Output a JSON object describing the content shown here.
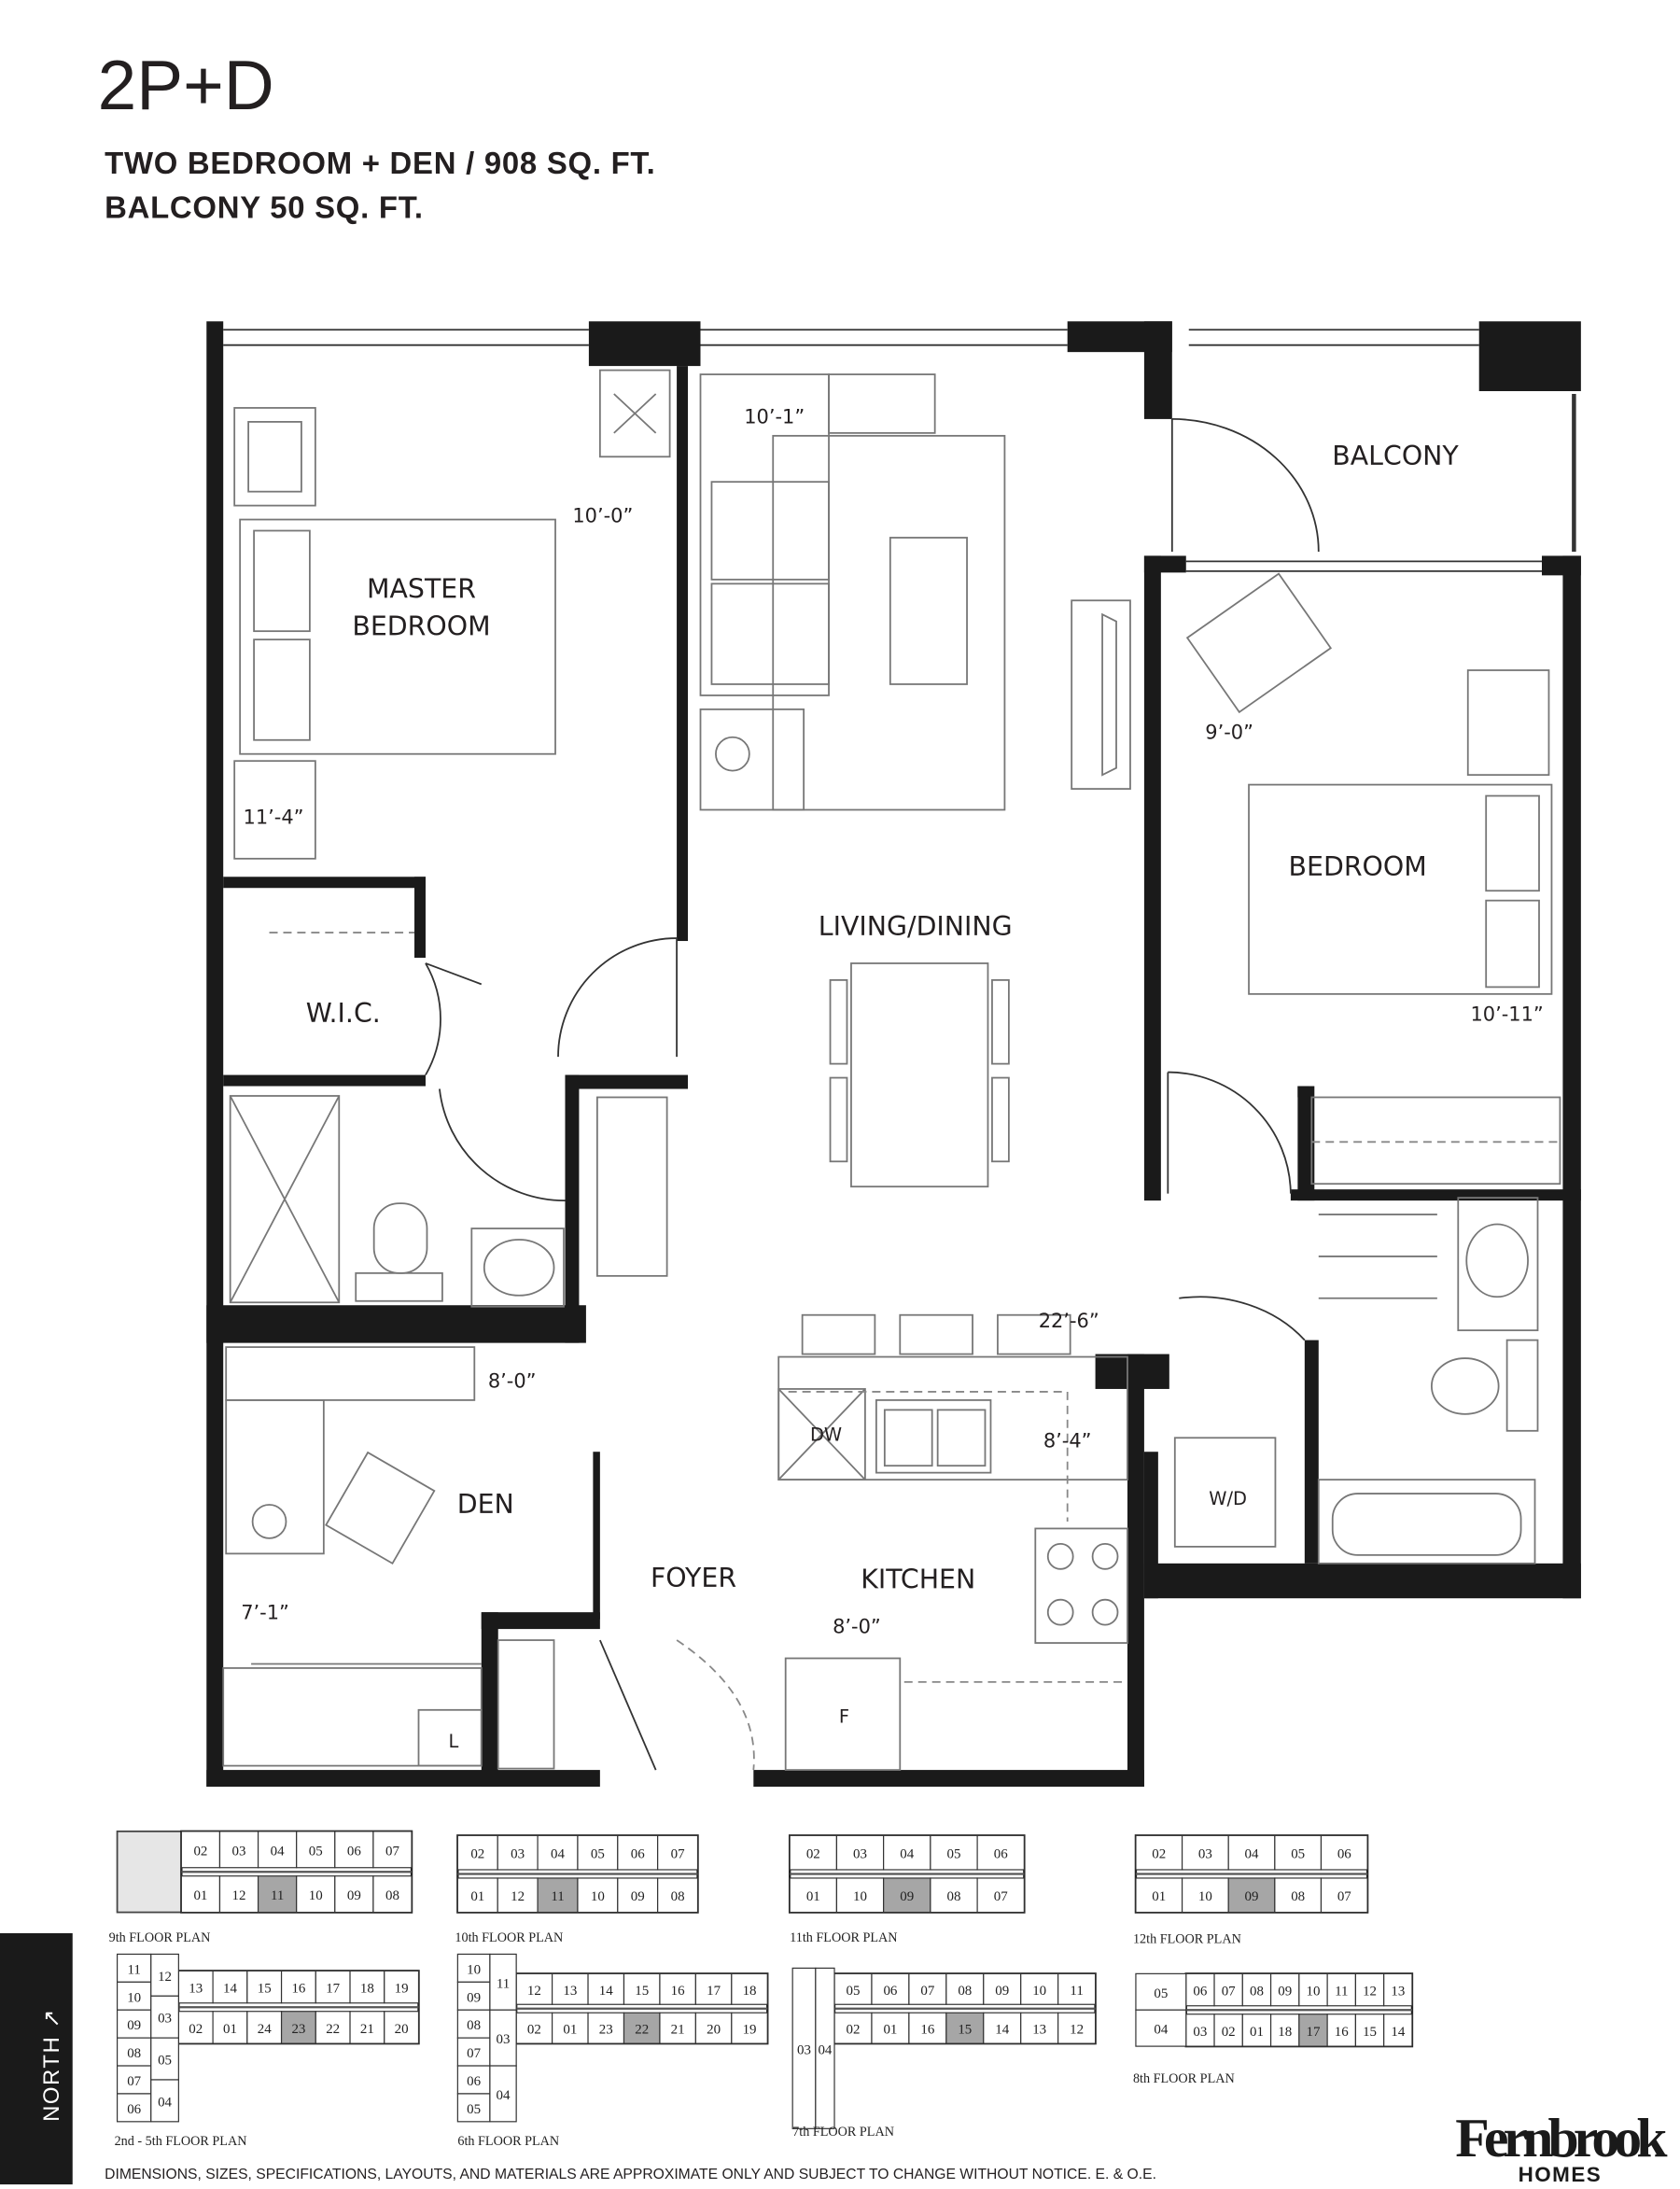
{
  "header": {
    "unit_name": "2P+D",
    "line1": "TWO BEDROOM + DEN / 908 SQ. FT.",
    "line2": "BALCONY 50 SQ. FT."
  },
  "rooms": {
    "master_1": "MASTER",
    "master_2": "BEDROOM",
    "wic": "W.I.C.",
    "living": "LIVING/DINING",
    "balcony": "BALCONY",
    "bedroom": "BEDROOM",
    "den": "DEN",
    "foyer": "FOYER",
    "kitchen": "KITCHEN",
    "dw": "DW",
    "wd": "W/D",
    "fridge": "F",
    "linen": "L"
  },
  "dimensions": {
    "living_width": "10’-1”",
    "master_width": "10’-0”",
    "master_length": "11’-4”",
    "bedroom_width": "9’-0”",
    "bedroom_length": "10’-11”",
    "living_length": "22’-6”",
    "den_width": "8’-0”",
    "den_length": "7’-1”",
    "kitchen_length": "8’-4”",
    "kitchen_width": "8’-0”"
  },
  "key_plans": [
    {
      "label": "9th FLOOR PLAN",
      "top": [
        "02",
        "03",
        "04",
        "05",
        "06",
        "07"
      ],
      "bottom": [
        "01",
        "12",
        "11",
        "10",
        "09",
        "08"
      ],
      "highlight": "11"
    },
    {
      "label": "10th FLOOR PLAN",
      "top": [
        "02",
        "03",
        "04",
        "05",
        "06",
        "07"
      ],
      "bottom": [
        "01",
        "12",
        "11",
        "10",
        "09",
        "08"
      ],
      "highlight": "11"
    },
    {
      "label": "11th FLOOR PLAN",
      "top": [
        "02",
        "03",
        "04",
        "05",
        "06"
      ],
      "bottom": [
        "01",
        "10",
        "09",
        "08",
        "07"
      ],
      "highlight": "09"
    },
    {
      "label": "12th FLOOR PLAN",
      "top": [
        "02",
        "03",
        "04",
        "05",
        "06"
      ],
      "bottom": [
        "01",
        "10",
        "09",
        "08",
        "07"
      ],
      "highlight": "09"
    },
    {
      "label": "2nd - 5th FLOOR PLAN",
      "wing": [
        "11",
        "10",
        "09",
        "08",
        "07",
        "06"
      ],
      "wing2": [
        "12",
        "03",
        "05",
        "04"
      ],
      "top": [
        "13",
        "14",
        "15",
        "16",
        "17",
        "18",
        "19"
      ],
      "bottom": [
        "02",
        "01",
        "24",
        "23",
        "22",
        "21",
        "20"
      ],
      "highlight": "23"
    },
    {
      "label": "6th FLOOR PLAN",
      "wing": [
        "10",
        "09",
        "08",
        "07",
        "06",
        "05"
      ],
      "wing2": [
        "11",
        "03",
        "04"
      ],
      "top": [
        "12",
        "13",
        "14",
        "15",
        "16",
        "17",
        "18"
      ],
      "bottom": [
        "02",
        "01",
        "23",
        "22",
        "21",
        "20",
        "19"
      ],
      "highlight": "22"
    },
    {
      "label": "7th FLOOR PLAN",
      "wing": [
        "03"
      ],
      "wing2": [
        "04"
      ],
      "top": [
        "05",
        "06",
        "07",
        "08",
        "09",
        "10",
        "11"
      ],
      "bottom": [
        "02",
        "01",
        "16",
        "15",
        "14",
        "13",
        "12"
      ],
      "highlight": "15"
    },
    {
      "label": "8th FLOOR PLAN",
      "wing": [
        "05",
        "04"
      ],
      "top": [
        "06",
        "07",
        "08",
        "09",
        "10",
        "11",
        "12",
        "13"
      ],
      "bottom": [
        "03",
        "02",
        "01",
        "18",
        "17",
        "16",
        "15",
        "14"
      ],
      "highlight": "17"
    }
  ],
  "north_label": "NORTH ↗",
  "disclaimer": "DIMENSIONS, SIZES, SPECIFICATIONS, LAYOUTS, AND MATERIALS ARE APPROXIMATE ONLY AND SUBJECT TO CHANGE WITHOUT NOTICE. E. & O.E.",
  "logo": {
    "name": "Fernbrook",
    "sub": "HOMES"
  },
  "colors": {
    "wall": "#1a1a1a",
    "highlight_unit": "#a6a6a6",
    "text": "#231f20"
  }
}
